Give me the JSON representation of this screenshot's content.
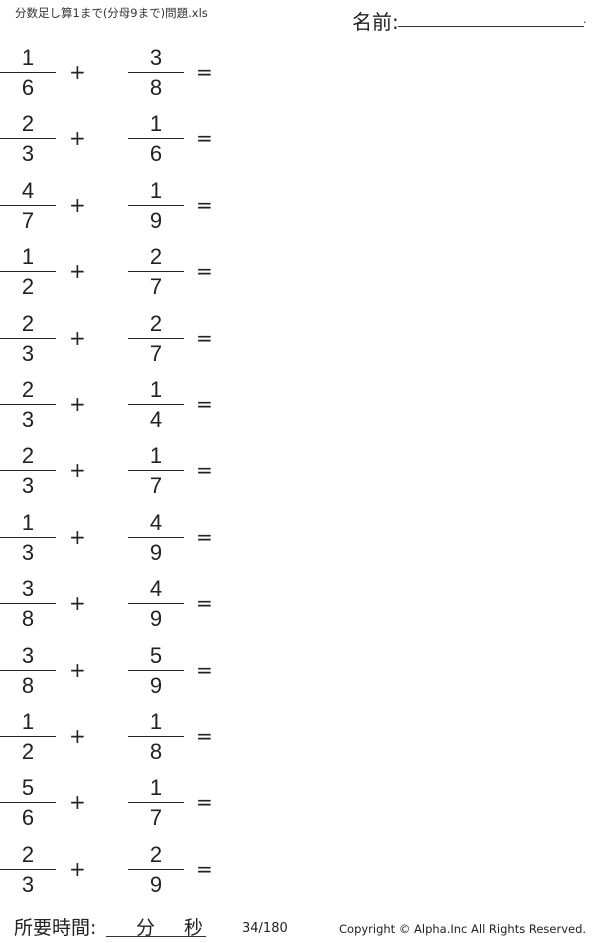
{
  "header": {
    "title": "分数足し算1まで(分母9まで)問題.xls",
    "name_label": "名前:",
    "name_end": "."
  },
  "operators": {
    "plus": "+",
    "equals": "="
  },
  "problems": [
    {
      "a": [
        "1",
        "6"
      ],
      "b": [
        "3",
        "8"
      ]
    },
    {
      "a": [
        "2",
        "3"
      ],
      "b": [
        "1",
        "6"
      ]
    },
    {
      "a": [
        "4",
        "7"
      ],
      "b": [
        "1",
        "9"
      ]
    },
    {
      "a": [
        "1",
        "2"
      ],
      "b": [
        "2",
        "7"
      ]
    },
    {
      "a": [
        "2",
        "3"
      ],
      "b": [
        "2",
        "7"
      ]
    },
    {
      "a": [
        "2",
        "3"
      ],
      "b": [
        "1",
        "4"
      ]
    },
    {
      "a": [
        "2",
        "3"
      ],
      "b": [
        "1",
        "7"
      ]
    },
    {
      "a": [
        "1",
        "3"
      ],
      "b": [
        "4",
        "9"
      ]
    },
    {
      "a": [
        "3",
        "8"
      ],
      "b": [
        "4",
        "9"
      ]
    },
    {
      "a": [
        "3",
        "8"
      ],
      "b": [
        "5",
        "9"
      ]
    },
    {
      "a": [
        "1",
        "2"
      ],
      "b": [
        "1",
        "8"
      ]
    },
    {
      "a": [
        "5",
        "6"
      ],
      "b": [
        "1",
        "7"
      ]
    },
    {
      "a": [
        "2",
        "3"
      ],
      "b": [
        "2",
        "9"
      ]
    }
  ],
  "footer": {
    "time_label": "所要時間:",
    "minutes": "分",
    "seconds": "秒",
    "page": "34/180",
    "copyright": "Copyright ©  Alpha.Inc All Rights Reserved."
  }
}
